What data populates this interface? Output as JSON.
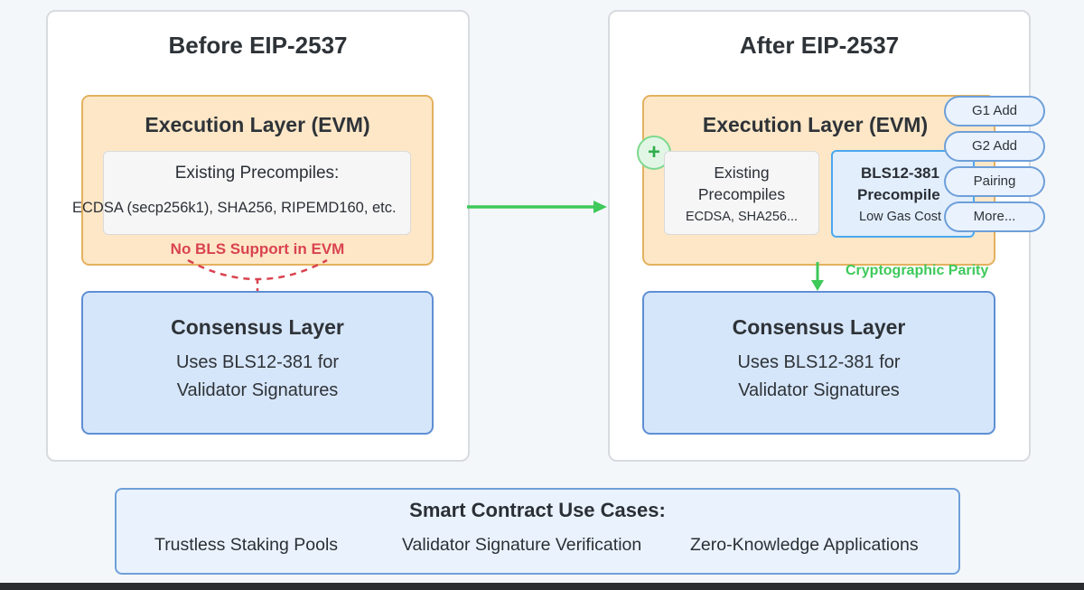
{
  "before": {
    "title": "Before EIP-2537",
    "execution_title": "Execution Layer (EVM)",
    "precompiles_heading": "Existing Precompiles:",
    "precompiles_list": "ECDSA (secp256k1), SHA256, RIPEMD160, etc.",
    "warning": "No BLS Support in EVM",
    "consensus_title": "Consensus Layer",
    "consensus_line1": "Uses BLS12-381 for",
    "consensus_line2": "Validator Signatures"
  },
  "after": {
    "title": "After EIP-2537",
    "execution_title": "Execution Layer (EVM)",
    "plus_symbol": "+",
    "existing_line1": "Existing",
    "existing_line2": "Precompiles",
    "existing_line3": "ECDSA, SHA256...",
    "bls_line1": "BLS12-381",
    "bls_line2": "Precompile",
    "bls_line3": "Low Gas Cost",
    "operations": [
      "G1 Add",
      "G2 Add",
      "Pairing",
      "More..."
    ],
    "parity_label": "Cryptographic Parity",
    "consensus_title": "Consensus Layer",
    "consensus_line1": "Uses BLS12-381 for",
    "consensus_line2": "Validator Signatures"
  },
  "use_cases": {
    "title": "Smart Contract Use Cases:",
    "items": [
      "Trustless Staking Pools",
      "Validator Signature Verification",
      "Zero-Knowledge Applications"
    ]
  },
  "colors": {
    "execution_fill": "#fde7c7",
    "execution_border": "#e4b15f",
    "consensus_fill": "#d6e6fa",
    "consensus_border": "#5f8fd4",
    "warning_red": "#d9434f",
    "parity_green": "#3ec95a"
  }
}
